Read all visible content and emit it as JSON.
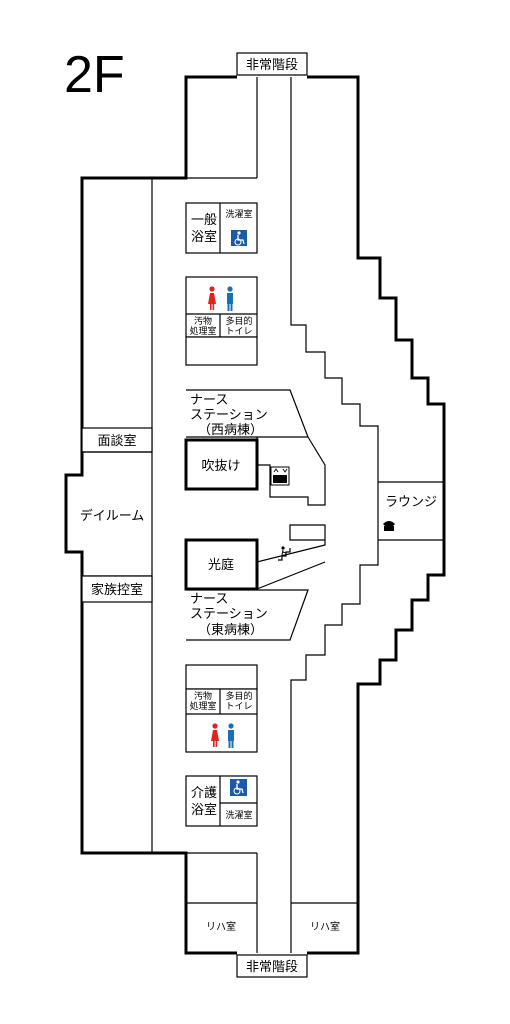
{
  "floor_label": "2F",
  "emergency_stairs_top": "非常階段",
  "emergency_stairs_bottom": "非常階段",
  "rooms": {
    "general_bath_line1": "一般",
    "general_bath_line2": "浴室",
    "laundry_top": "洗濯室",
    "soiled_utility_top_l1": "汚物",
    "soiled_utility_top_l2": "処理室",
    "multi_toilet_top_l1": "多目的",
    "multi_toilet_top_l2": "トイレ",
    "nurse_west_l1": "ナース",
    "nurse_west_l2": "ステーション",
    "nurse_west_l3": "（西病棟）",
    "interview_room": "面談室",
    "atrium": "吹抜け",
    "dayroom": "デイルーム",
    "lounge": "ラウンジ",
    "light_court": "光庭",
    "family_waiting": "家族控室",
    "nurse_east_l1": "ナース",
    "nurse_east_l2": "ステーション",
    "nurse_east_l3": "（東病棟）",
    "soiled_utility_bottom_l1": "汚物",
    "soiled_utility_bottom_l2": "処理室",
    "multi_toilet_bottom_l1": "多目的",
    "multi_toilet_bottom_l2": "トイレ",
    "care_bath_line1": "介護",
    "care_bath_line2": "浴室",
    "laundry_bottom": "洗濯室",
    "rehab_left": "リハ室",
    "rehab_right": "リハ室"
  },
  "icons": [
    "female-restroom-icon",
    "male-restroom-icon",
    "wheelchair-icon",
    "elevator-icon",
    "stairs-icon",
    "telephone-icon"
  ],
  "colors": {
    "female": "#e3221b",
    "male": "#1a6fb5",
    "accessible": "#1a5aa8"
  }
}
